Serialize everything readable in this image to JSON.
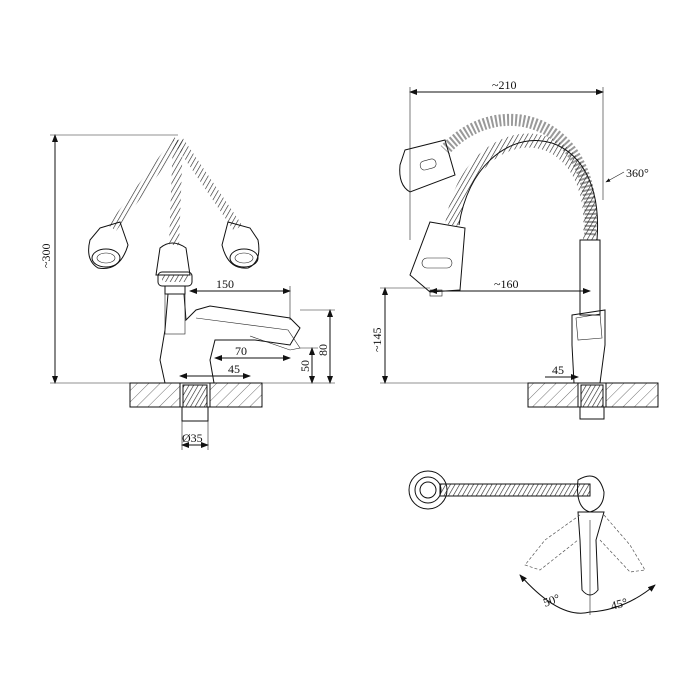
{
  "front_view": {
    "height_label": "~300",
    "reach_label": "150",
    "handle_label": "70",
    "spout_base_label": "45",
    "lever_height_label": "50",
    "body_height_label": "80",
    "pipe_diameter_label": "Ø35"
  },
  "side_view": {
    "width_label": "~210",
    "rotation_label": "360°",
    "reach_label": "~160",
    "height_label": "~145",
    "base_label": "45"
  },
  "top_view": {
    "left_angle_label": "50°",
    "right_angle_label": "45°"
  }
}
